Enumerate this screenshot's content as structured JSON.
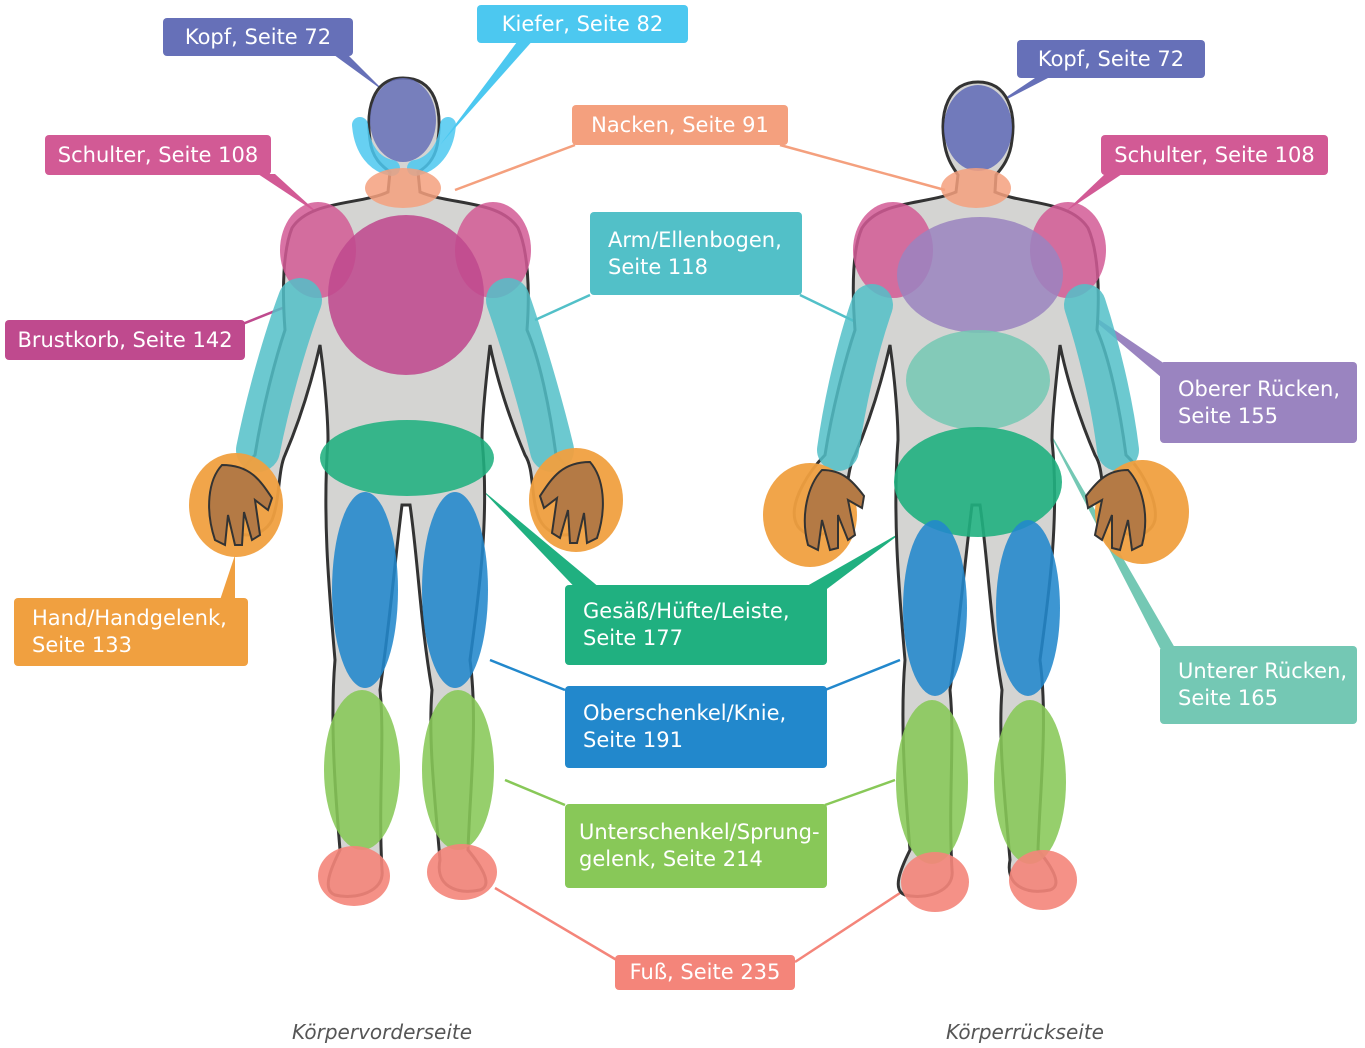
{
  "labels": {
    "kopf_front": "Kopf, Seite 72",
    "kiefer": "Kiefer, Seite 82",
    "nacken": "Nacken, Seite 91",
    "schulter_front": "Schulter, Seite 108",
    "brustkorb": "Brustkorb, Seite 142",
    "arm": [
      "Arm/Ellenbogen,",
      "Seite 118"
    ],
    "hand": [
      "Hand/Handgelenk,",
      "Seite 133"
    ],
    "gesaess": [
      "Gesäß/Hüfte/Leiste,",
      "Seite 177"
    ],
    "oberschenkel": [
      "Oberschenkel/Knie,",
      "Seite 191"
    ],
    "unterschenkel": [
      "Unterschenkel/Sprung-",
      "gelenk, Seite 214"
    ],
    "fuss": "Fuß, Seite 235",
    "kopf_back": "Kopf, Seite 72",
    "schulter_back": "Schulter, Seite 108",
    "oberer_ruecken": [
      "Oberer Rücken,",
      "Seite 155"
    ],
    "unterer_ruecken": [
      "Unterer Rücken,",
      "Seite 165"
    ]
  },
  "captions": {
    "front": "Körpervorderseite",
    "back": "Körperrückseite"
  },
  "colors": {
    "kopf": "#6670b8",
    "kiefer": "#4cc8f0",
    "nacken": "#f4a07e",
    "schulter": "#d25a95",
    "brustkorb": "#bf4a8e",
    "arm": "#52c0c8",
    "hand": "#f0a040",
    "gesaess": "#20b080",
    "oberschenkel": "#2288cc",
    "unterschenkel": "#88c858",
    "fuss": "#f4857a",
    "oberer_ruecken": "#9a84c0",
    "unterer_ruecken": "#74c8b4",
    "body_fill": "#d4d4d2",
    "body_outline": "#333333",
    "skin": "#b47a45"
  }
}
